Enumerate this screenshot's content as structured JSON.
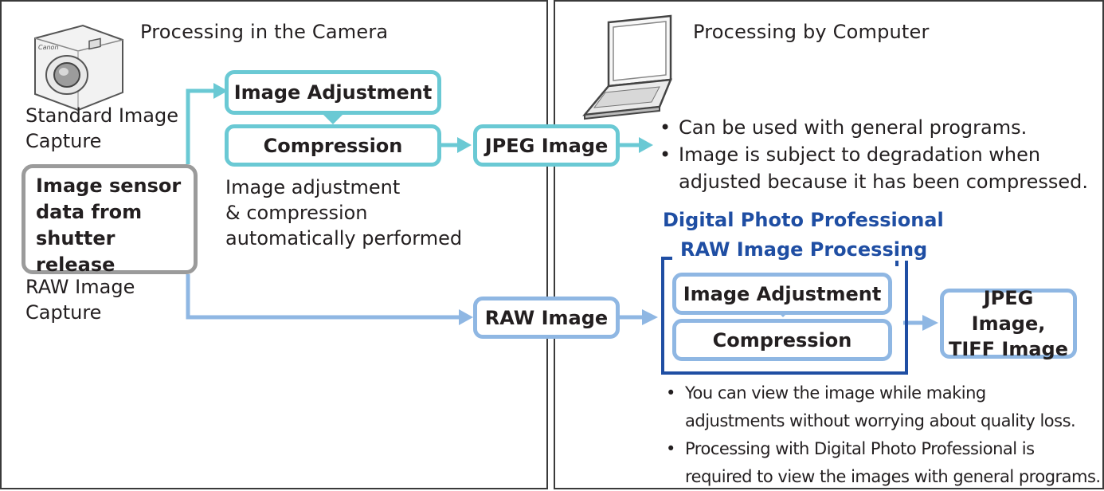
{
  "camera_panel": {
    "title": "Processing in the Camera",
    "standard_capture_label": [
      "Standard Image",
      "Capture"
    ],
    "raw_capture_label": [
      "RAW Image",
      "Capture"
    ],
    "sensor_box": [
      "Image sensor",
      "data from",
      "shutter release"
    ],
    "adjustment_box": "Image Adjustment",
    "compression_box": "Compression",
    "auto_note": [
      "Image adjustment",
      "& compression",
      "automatically performed"
    ],
    "jpeg_output": "JPEG Image",
    "raw_output": "RAW Image"
  },
  "computer_panel": {
    "title": "Processing by Computer",
    "jpeg_bullets": [
      [
        "Can be used with general programs."
      ],
      [
        "Image is subject to degradation when",
        "adjusted because it has been compressed."
      ]
    ],
    "software_title": "Digital Photo Professional",
    "raw_processing_label": "RAW Image Processing",
    "adjustment_box": "Image Adjustment",
    "compression_box": "Compression",
    "output_box": [
      "JPEG Image,",
      "TIFF Image"
    ],
    "raw_bullets": [
      [
        "You can view the image while making",
        "adjustments without worrying about quality loss."
      ],
      [
        "Processing with Digital Photo Professional is",
        "required to view the images with general programs."
      ]
    ]
  },
  "camera_brand": "Canon",
  "colors": {
    "jpeg_flow": "#6ac9d4",
    "raw_flow": "#8fb7e3",
    "sensor_border": "#9b9b9b",
    "software_accent": "#1f4ea3",
    "text": "#231f20"
  },
  "icons": [
    "camera-icon",
    "laptop-icon"
  ]
}
